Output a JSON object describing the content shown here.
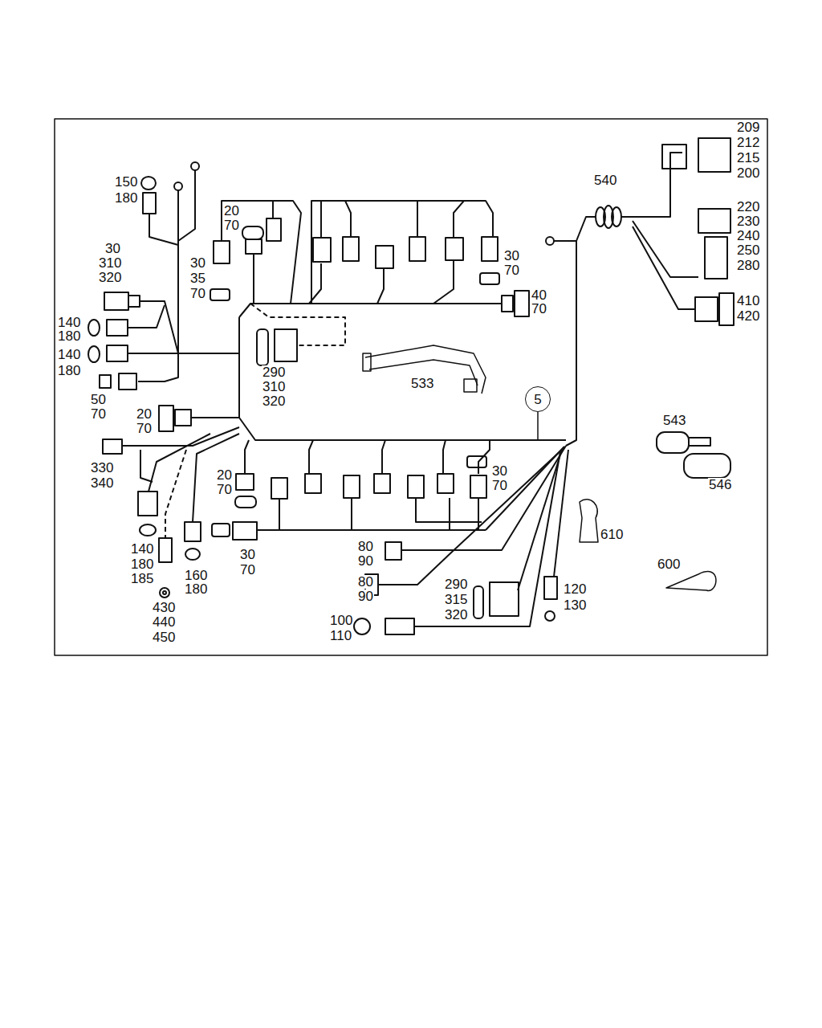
{
  "diagram": {
    "nodes": [
      {
        "text": [
          "5"
        ]
      }
    ],
    "labels": [
      "209",
      "212",
      "215",
      "200",
      "540",
      "150",
      "180",
      "220",
      "20",
      "70",
      "230",
      "240",
      "30",
      "250",
      "30",
      "310",
      "30",
      "280",
      "70",
      "320",
      "35",
      "70",
      "40",
      "410",
      "70",
      "420",
      "140",
      "180",
      "140",
      "180",
      "290",
      "533",
      "310",
      "50",
      "320",
      "20",
      "70",
      "543",
      "70",
      "330",
      "30",
      "20",
      "340",
      "546",
      "70",
      "70",
      "610",
      "80",
      "140",
      "30",
      "90",
      "600",
      "180",
      "70",
      "160",
      "185",
      "80",
      "290",
      "120",
      "180",
      "90",
      "315",
      "130",
      "430",
      "320",
      "100",
      "440",
      "110",
      "450"
    ]
  }
}
